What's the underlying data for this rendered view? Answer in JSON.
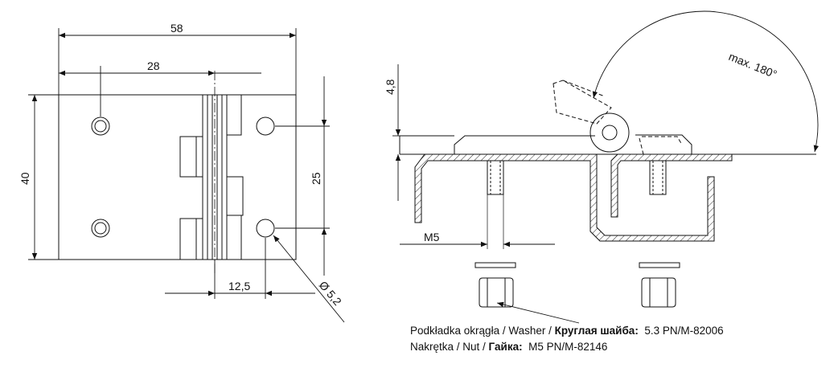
{
  "dimensions": {
    "overall_width": "58",
    "hole_spacing_x": "28",
    "overall_height": "40",
    "hole_spacing_y": "25",
    "hole_offset": "12,5",
    "hole_diameter": "Ø 5,2",
    "thickness": "4,8",
    "thread": "M5",
    "rotation": "max. 180°"
  },
  "notes": {
    "washer_prefix": "Podkładka okrągła / Washer / ",
    "washer_ru": "Круглая шайба:",
    "washer_spec": "  5.3 PN/M-82006",
    "nut_prefix": "Nakrętka / Nut / ",
    "nut_ru": "Гайка:",
    "nut_spec": "  M5 PN/M-82146"
  }
}
